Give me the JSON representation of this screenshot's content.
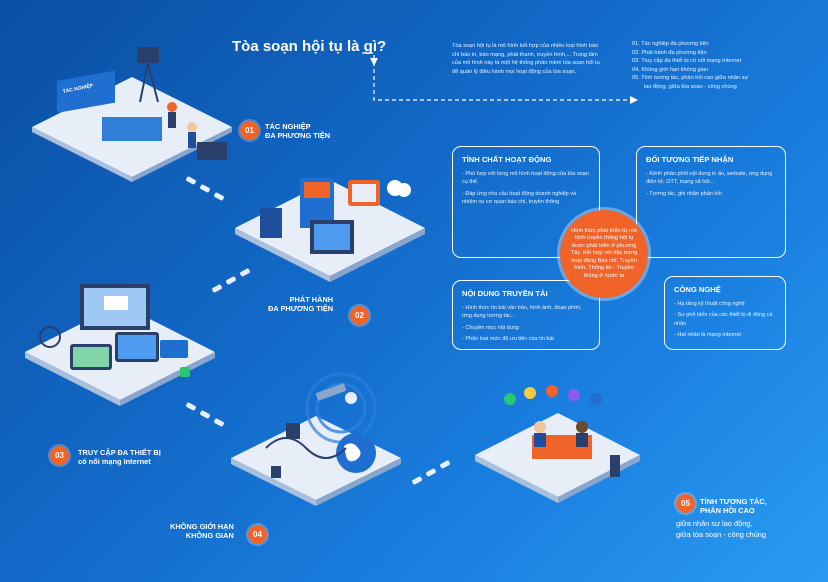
{
  "header": {
    "title": "Tòa soạn hội tụ là gì?",
    "intro": "Tòa soạn hội tụ là mô hình kết hợp của nhiều loại hình báo chí báo in, báo mạng, phát thanh, truyền hình,... Trung tâm của mô hình này là một hệ thống phần mềm tòa soạn hội tụ để quản lý điều hành mọi hoạt động của tòa soạn."
  },
  "summary_list": [
    "01. Tác nghiệp đa phương tiện",
    "02. Phát hành đa phương tiện",
    "03. Truy cập đa thiết bị có nối mạng Internet",
    "04. Không giới hạn không gian",
    "05. Tính tương tác, phản hồi cao giữa nhân sự",
    "lao động, giữa tòa soạn - công chúng"
  ],
  "steps": [
    {
      "num": "01",
      "line1": "TÁC NGHIỆP",
      "line2": "ĐA PHƯƠNG TIỆN",
      "sign": "TÁC NGHIỆP"
    },
    {
      "num": "02",
      "line1": "PHÁT HÀNH",
      "line2": "ĐA PHƯƠNG TIỆN"
    },
    {
      "num": "03",
      "line1": "TRUY CẬP ĐA THIẾT BỊ",
      "line2": "có nối mạng Internet"
    },
    {
      "num": "04",
      "line1": "KHÔNG GIỚI HẠN",
      "line2": "KHÔNG GIAN"
    },
    {
      "num": "05",
      "line1": "TÍNH TƯƠNG TÁC,",
      "line2": "PHẢN HỒI CAO",
      "line3": "giữa nhân sự lao động,",
      "line4": "giữa tòa soạn - công chúng"
    }
  ],
  "boxes": {
    "activity": {
      "title": "TÍNH CHẤT HOẠT ĐỘNG",
      "items": [
        "- Phù hợp với từng mô hình hoạt động của tòa soạn cụ thể.",
        "- Đáp ứng nhu cầu hoạt động doanh nghiệp và nhiệm vụ cơ quan báo chí, truyền thông"
      ]
    },
    "audience": {
      "title": "ĐỐI TƯỢNG TIẾP NHẬN",
      "items": [
        "- Kênh phân phối nội dung in ấn, website, ứng dụng điện tử, OTT, mạng xã hội...",
        "- Tương tác, ghi nhận phản hồi"
      ]
    },
    "content": {
      "title": "NỘI DUNG TRUYỀN TẢI",
      "items": [
        "- Hình thức tin bài văn bản, hình ảnh, đoạn phim, ứng dụng tương tác...",
        "- Chuyên mục nội dung",
        "- Phân loại mức độ ưu tiên của tin bài"
      ]
    },
    "technology": {
      "title": "CÔNG NGHỆ",
      "items": [
        "- Hạ tầng kỹ thuật công nghệ",
        "- Sự phổ biến của các thiết bị di động cá nhân",
        "- Hạt nhân là mạng Internet"
      ]
    }
  },
  "center": "Hình thức phát triển từ mô hình truyền thông hội tụ được phát triển ở phương Tây. Kết hợp với đặc trưng hoạt động Báo chí, Truyền hình, Thông tin - Truyền thông ở nước ta",
  "colors": {
    "accent": "#f0642a",
    "bg_dark": "#0b4fa3",
    "bg_light": "#2a9bf0"
  }
}
